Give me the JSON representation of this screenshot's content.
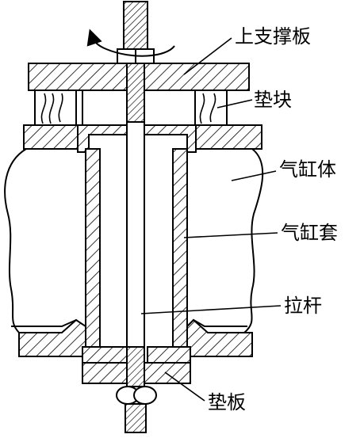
{
  "labels": {
    "top_support_plate": "上支撑板",
    "pad_block": "垫块",
    "cylinder_body": "气缸体",
    "cylinder_liner": "气缸套",
    "pull_rod": "拉杆",
    "backing_plate": "垫板"
  }
}
